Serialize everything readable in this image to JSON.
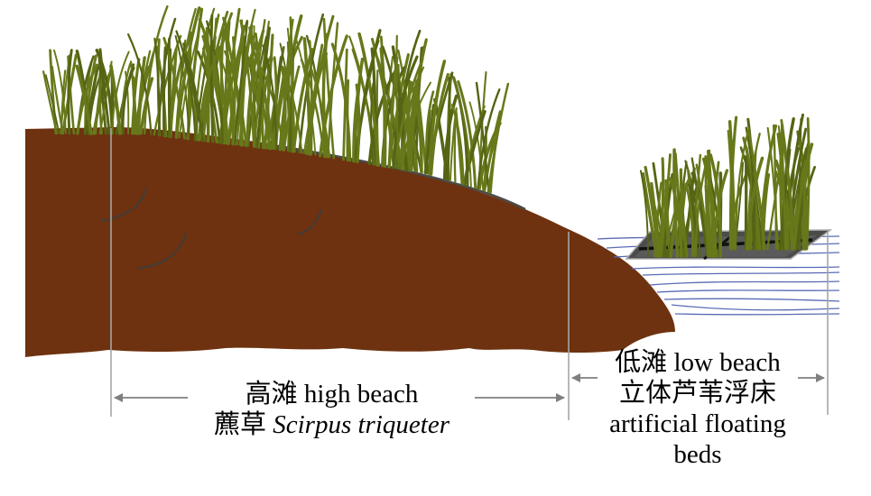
{
  "high_beach": {
    "zh": "高滩",
    "en": "high beach",
    "plant_zh": "藨草",
    "plant_latin": "Scirpus triqueter"
  },
  "low_beach": {
    "zh": "低滩",
    "en": "low beach",
    "plant_zh": "立体芦苇浮床",
    "plant_en_line1": "artificial floating",
    "plant_en_line2": "beds"
  },
  "colors": {
    "soil": "#6e3210",
    "grass": "#66781a",
    "grass_dark": "#556414",
    "water": "#5b6ab5",
    "raft": "#4b4b4b",
    "divider": "#a6a6a6",
    "arrow": "#7f7f7f"
  },
  "icons": [
    "grass-clump",
    "floating-bed",
    "water-lines",
    "double-arrow"
  ]
}
